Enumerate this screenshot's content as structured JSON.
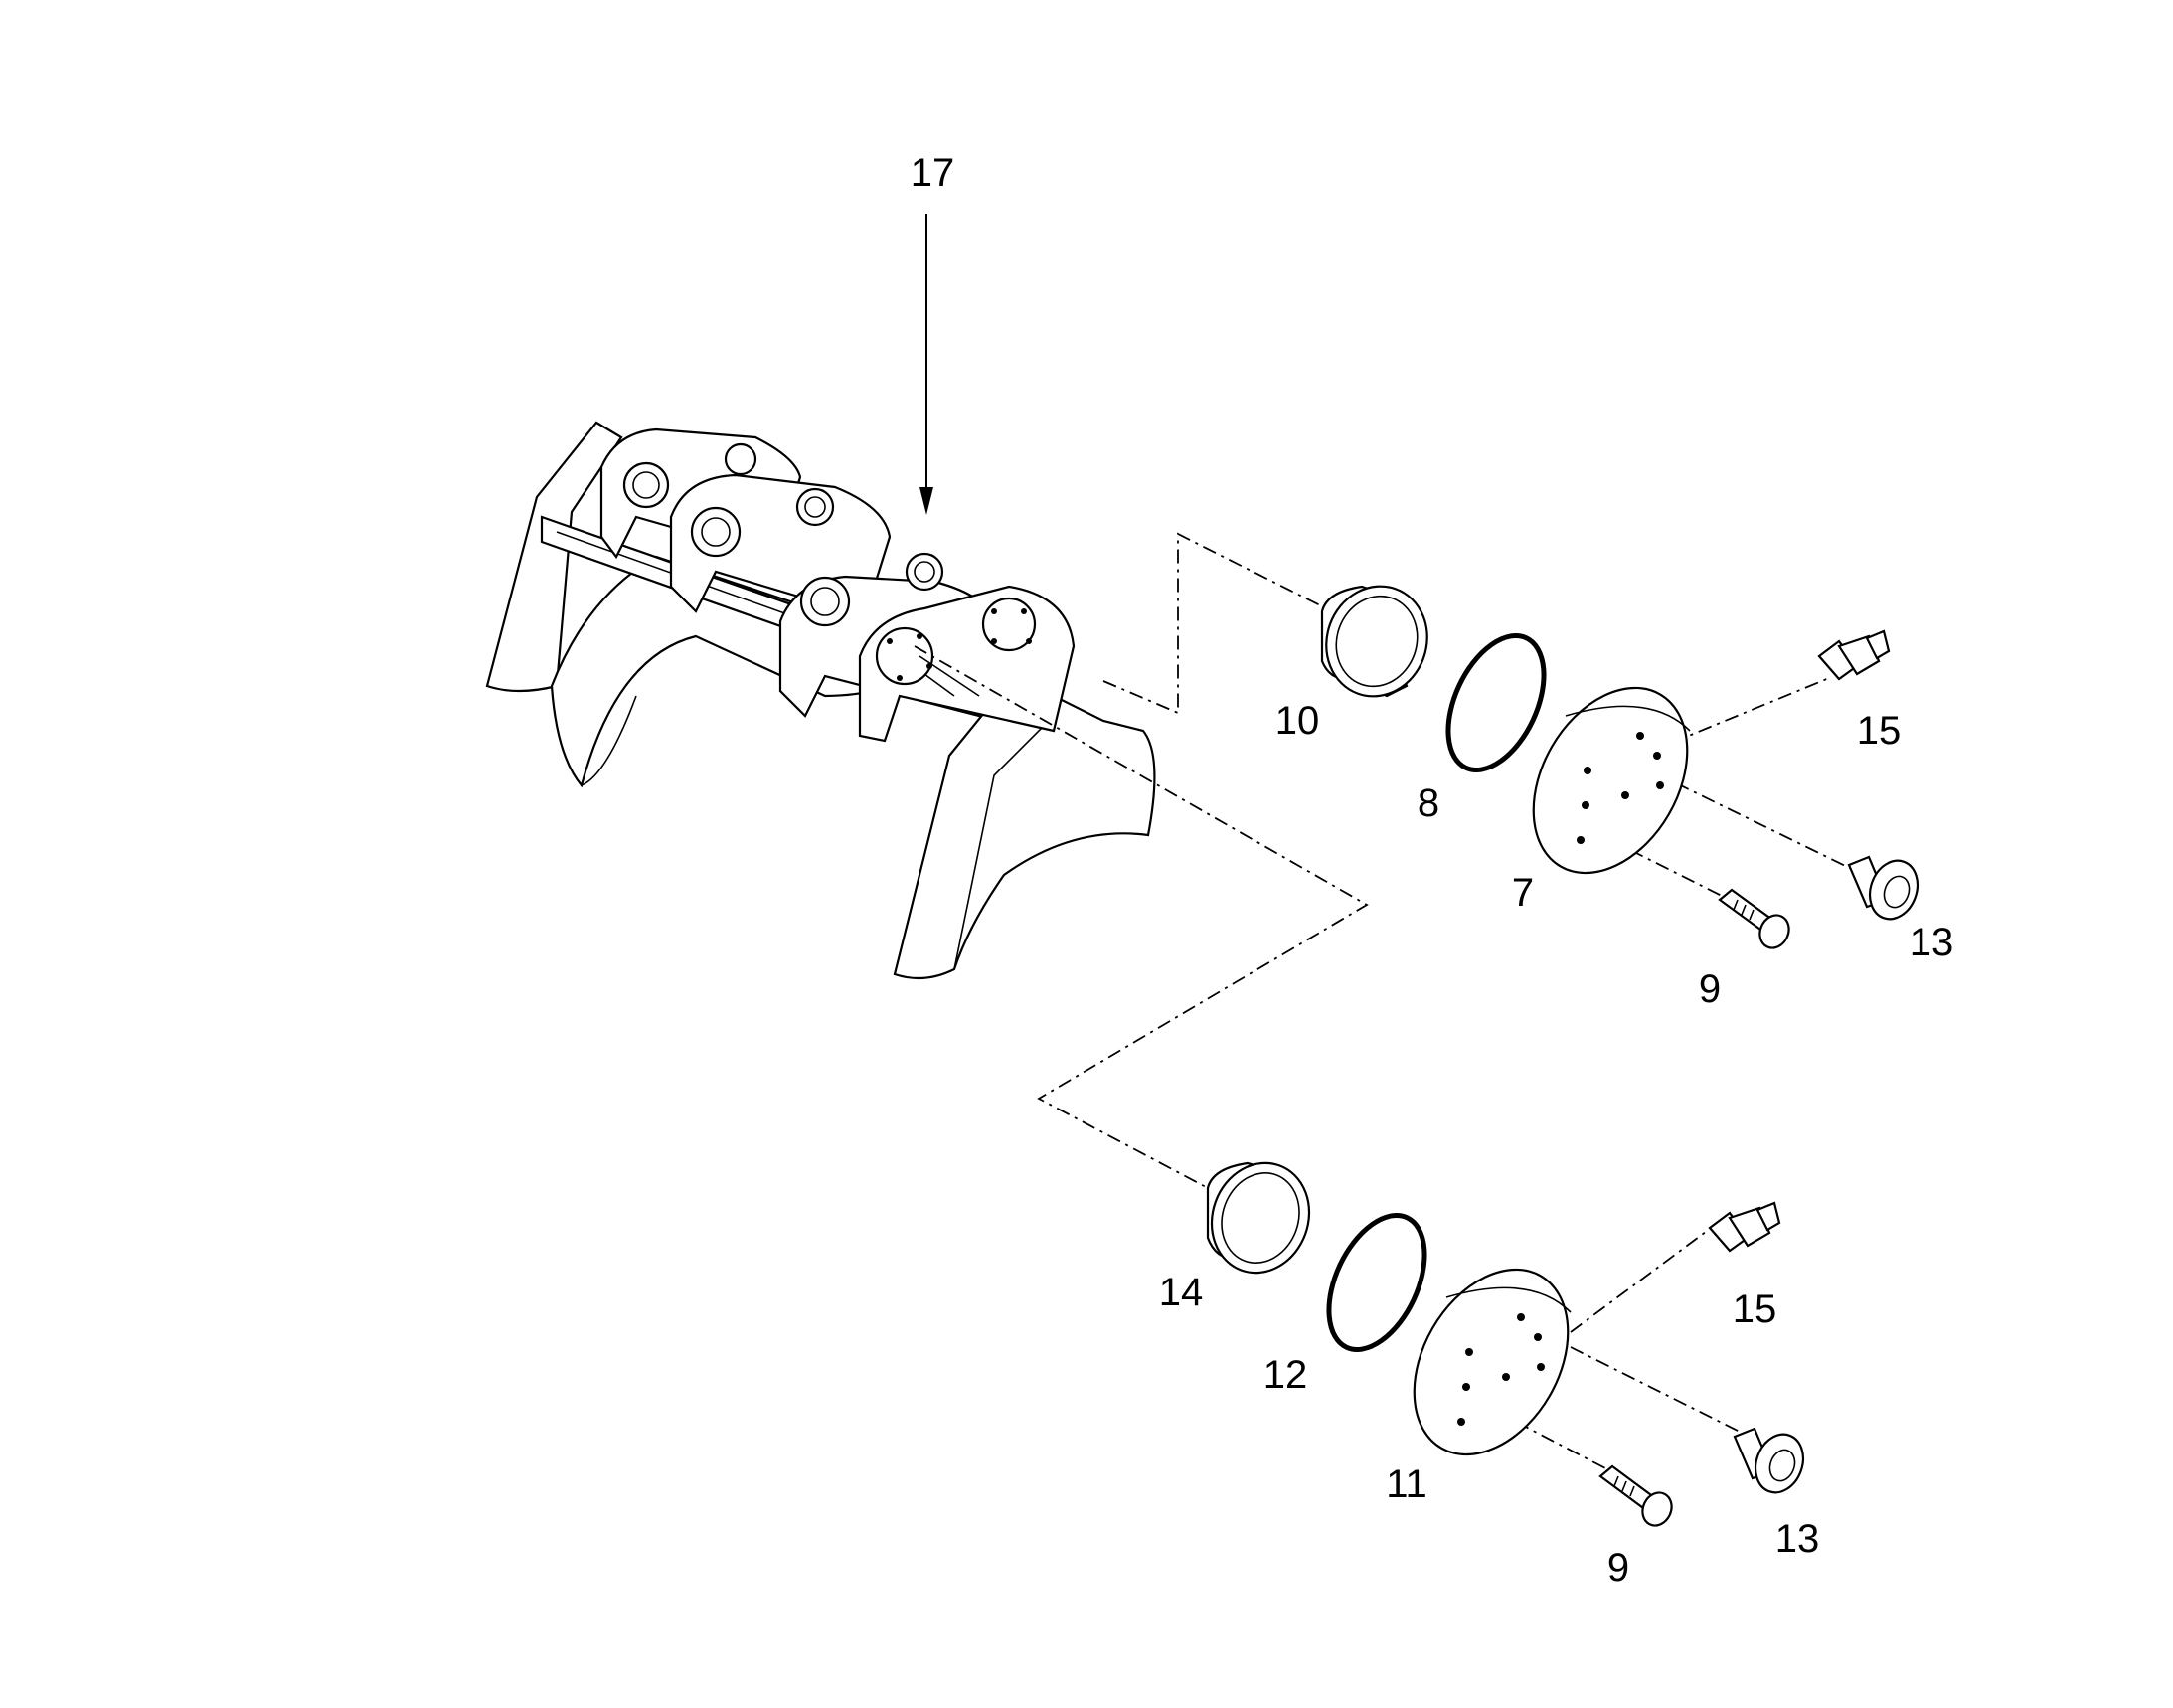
{
  "diagram": {
    "callouts": [
      {
        "id": "c17",
        "text": "17"
      },
      {
        "id": "c10",
        "text": "10"
      },
      {
        "id": "c8",
        "text": "8"
      },
      {
        "id": "c7",
        "text": "7"
      },
      {
        "id": "c15a",
        "text": "15"
      },
      {
        "id": "c13a",
        "text": "13"
      },
      {
        "id": "c9a",
        "text": "9"
      },
      {
        "id": "c14",
        "text": "14"
      },
      {
        "id": "c12",
        "text": "12"
      },
      {
        "id": "c11",
        "text": "11"
      },
      {
        "id": "c15b",
        "text": "15"
      },
      {
        "id": "c13b",
        "text": "13"
      },
      {
        "id": "c9b",
        "text": "9"
      }
    ]
  }
}
